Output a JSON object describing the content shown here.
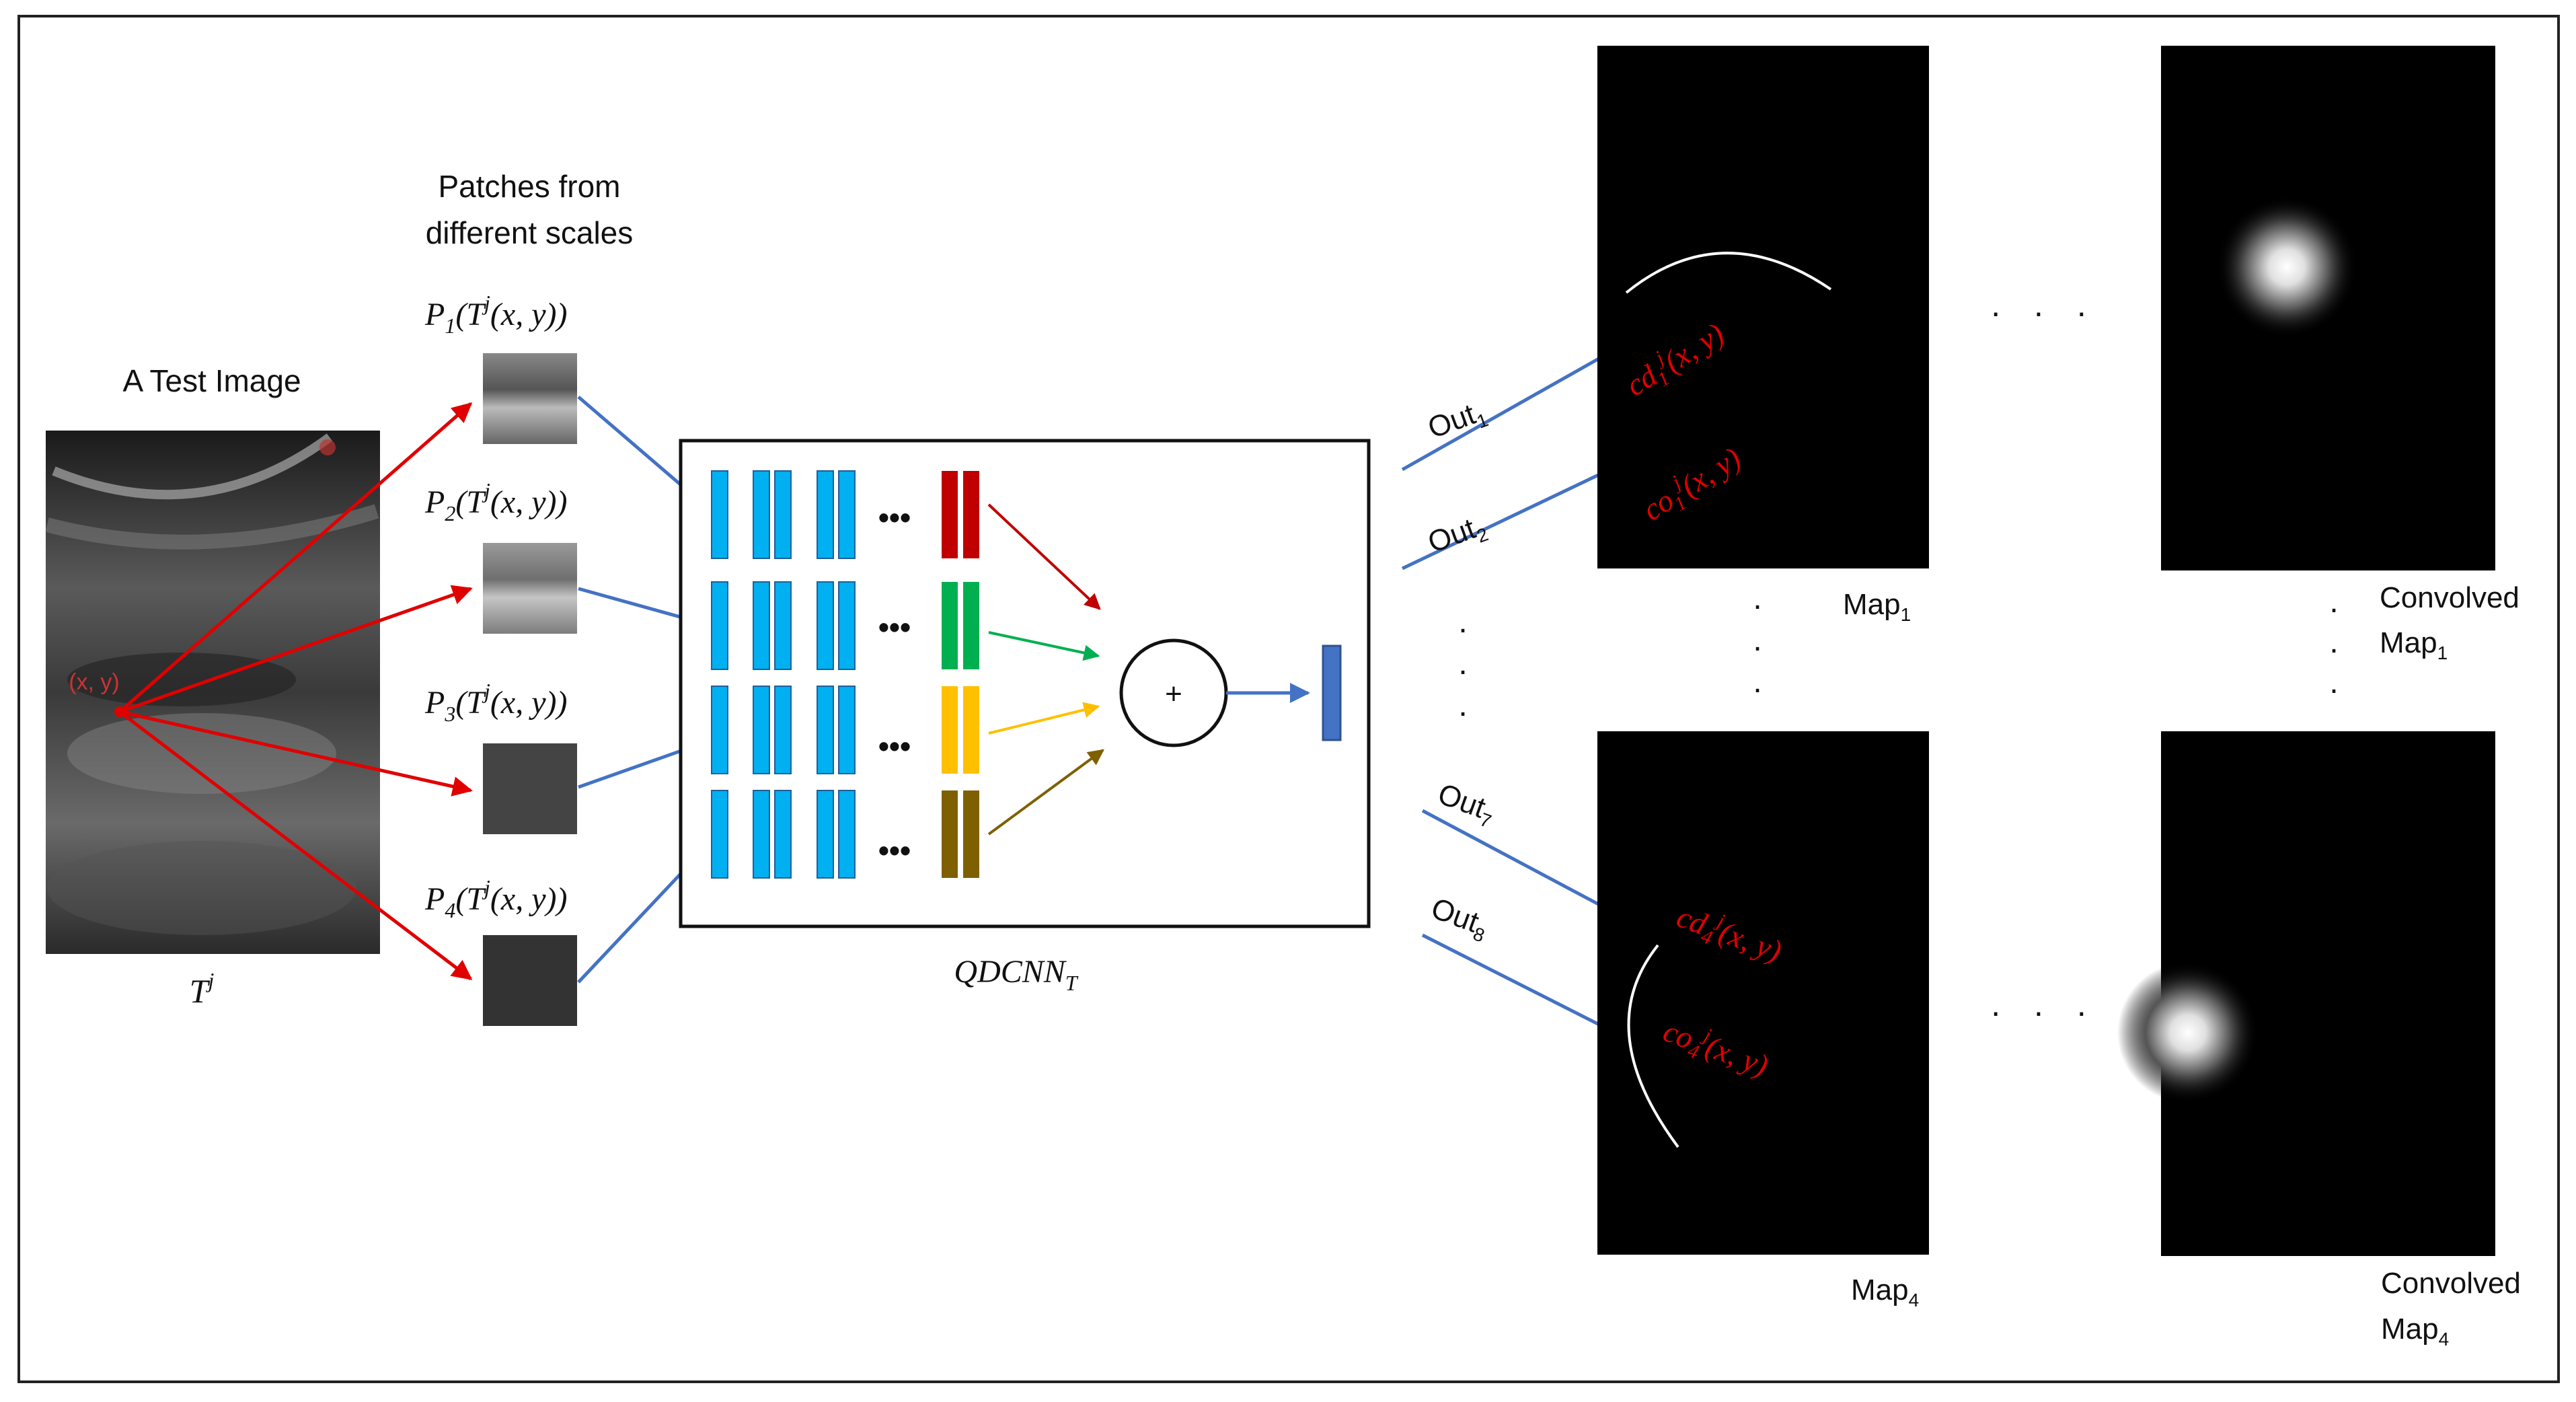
{
  "left": {
    "test_image_title": "A Test Image",
    "test_image_caption": "T",
    "test_image_caption_sup": "j",
    "point_label": "(x, y)",
    "patches_title_line1": "Patches from",
    "patches_title_line2": "different scales",
    "patch_labels": [
      {
        "p": "P",
        "sub": "1",
        "rest_a": "(T",
        "sup": "j",
        "rest_b": "(x, y))"
      },
      {
        "p": "P",
        "sub": "2",
        "rest_a": "(T",
        "sup": "j",
        "rest_b": "(x, y))"
      },
      {
        "p": "P",
        "sub": "3",
        "rest_a": "(T",
        "sup": "j",
        "rest_b": "(x, y))"
      },
      {
        "p": "P",
        "sub": "4",
        "rest_a": "(T",
        "sup": "j",
        "rest_b": "(x, y))"
      }
    ]
  },
  "network": {
    "label_main": "QDCNN",
    "label_sub": "T",
    "ellipsis": "•••",
    "sum_symbol": "+",
    "row_colors": [
      "#c00000",
      "#00b050",
      "#ffc000",
      "#7f6000"
    ],
    "layer_color": "#00b0f0",
    "output_color": "#4472c4"
  },
  "outputs": [
    {
      "label": "Out",
      "sub": "1"
    },
    {
      "label": "Out",
      "sub": "2"
    },
    {
      "label": "Out",
      "sub": "7"
    },
    {
      "label": "Out",
      "sub": "8"
    }
  ],
  "maps": {
    "top_map_label": "Map",
    "top_map_sub": "1",
    "bottom_map_label": "Map",
    "bottom_map_sub": "4",
    "top_conv_line1": "Convolved",
    "top_conv_line2": "Map",
    "top_conv_sub": "1",
    "bottom_conv_line1": "Convolved",
    "bottom_conv_line2": "Map",
    "bottom_conv_sub": "4",
    "top_annotations": [
      {
        "pre": "cd",
        "sub": "1",
        "sup": "j",
        "post": "(x, y)"
      },
      {
        "pre": "co",
        "sub": "1",
        "sup": "j",
        "post": "(x, y)"
      }
    ],
    "bottom_annotations": [
      {
        "pre": "cd",
        "sub": "4",
        "sup": "j",
        "post": "(x, y)"
      },
      {
        "pre": "co",
        "sub": "4",
        "sup": "j",
        "post": "(x, y)"
      }
    ],
    "annotation_color": "#e00000",
    "h_ellipsis": ". . .",
    "v_ellipsis_dot": "."
  }
}
